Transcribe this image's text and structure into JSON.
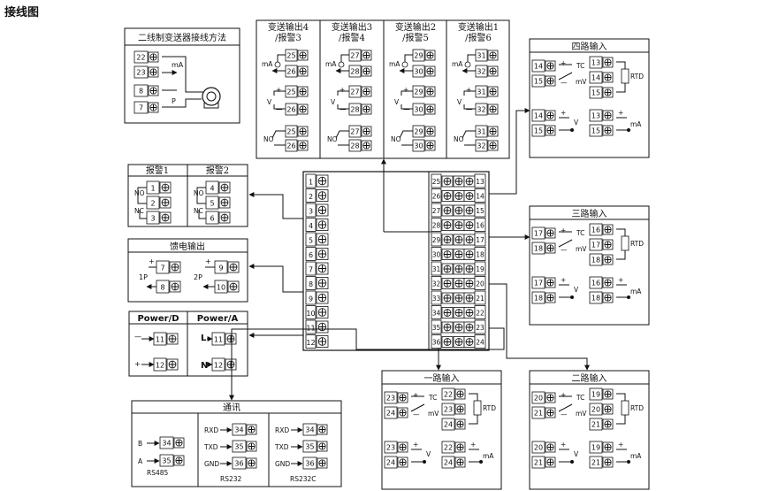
{
  "title": "接线图",
  "two_wire": {
    "title": "二线制变送器接线方法",
    "terminals": [
      "22",
      "23",
      "8",
      "7"
    ],
    "labels": [
      "mA",
      "P"
    ]
  },
  "outputs": [
    {
      "line1": "变送输出4",
      "line2": "/报警3",
      "terms": [
        "25",
        "26",
        "25",
        "26",
        "25",
        "26"
      ]
    },
    {
      "line1": "变送输出3",
      "line2": "/报警4",
      "terms": [
        "27",
        "28",
        "27",
        "28",
        "27",
        "28"
      ]
    },
    {
      "line1": "变送输出2",
      "line2": "/报警5",
      "terms": [
        "29",
        "30",
        "29",
        "30",
        "29",
        "30"
      ]
    },
    {
      "line1": "变送输出1",
      "line2": "/报警6",
      "terms": [
        "31",
        "32",
        "31",
        "32",
        "31",
        "32"
      ]
    }
  ],
  "output_labels": {
    "ma": "mA",
    "v": "V",
    "no": "NO"
  },
  "alarm": {
    "title1": "报警1",
    "title2": "报警2",
    "left": [
      "1",
      "2",
      "3"
    ],
    "right": [
      "4",
      "5",
      "6"
    ],
    "no": "NO",
    "nc": "NC"
  },
  "feed": {
    "title": "馈电输出",
    "p1": "1P",
    "p2": "2P",
    "left": [
      "7",
      "8"
    ],
    "right": [
      "9",
      "10"
    ]
  },
  "power": {
    "title_d": "Power/D",
    "title_a": "Power/A",
    "left": [
      "11",
      "12"
    ],
    "right": [
      "11",
      "12"
    ],
    "l": "L",
    "n": "N",
    "minus": "—",
    "plus": "+"
  },
  "comm": {
    "title": "通讯",
    "rs485": "RS485",
    "rs232": "RS232",
    "rs232c": "RS232C",
    "rs485_rows": [
      [
        "B",
        "34"
      ],
      [
        "A",
        "35"
      ]
    ],
    "rs232_rows": [
      [
        "RXD",
        "34"
      ],
      [
        "TXD",
        "35"
      ],
      [
        "GND",
        "36"
      ]
    ],
    "rs232c_rows": [
      [
        "RXD",
        "34"
      ],
      [
        "TXD",
        "35"
      ],
      [
        "GND",
        "36"
      ]
    ]
  },
  "center_left": [
    "1",
    "2",
    "3",
    "4",
    "5",
    "6",
    "7",
    "8",
    "9",
    "10",
    "11",
    "12"
  ],
  "center_right_a": [
    "25",
    "26",
    "27",
    "28",
    "29",
    "30",
    "31",
    "32",
    "33",
    "34",
    "35",
    "36"
  ],
  "center_right_b": [
    "13",
    "14",
    "15",
    "16",
    "17",
    "18",
    "19",
    "20",
    "21",
    "22",
    "23",
    "24"
  ],
  "inputs": {
    "four": {
      "title": "四路输入",
      "a": [
        "14",
        "15"
      ],
      "b": [
        "13",
        "14",
        "15"
      ],
      "c": [
        "14",
        "15"
      ],
      "d": [
        "13",
        "15"
      ]
    },
    "three": {
      "title": "三路输入",
      "a": [
        "17",
        "18"
      ],
      "b": [
        "16",
        "17",
        "18"
      ],
      "c": [
        "17",
        "18"
      ],
      "d": [
        "16",
        "18"
      ]
    },
    "one": {
      "title": "一路输入",
      "a": [
        "23",
        "24"
      ],
      "b": [
        "22",
        "23",
        "24"
      ],
      "c": [
        "23",
        "24"
      ],
      "d": [
        "22",
        "24"
      ]
    },
    "two": {
      "title": "二路输入",
      "a": [
        "20",
        "21"
      ],
      "b": [
        "19",
        "20",
        "21"
      ],
      "c": [
        "20",
        "21"
      ],
      "d": [
        "19",
        "21"
      ]
    },
    "tc": "TC",
    "mv": "mV",
    "rtd": "RTD",
    "v": "V",
    "ma": "mA"
  }
}
